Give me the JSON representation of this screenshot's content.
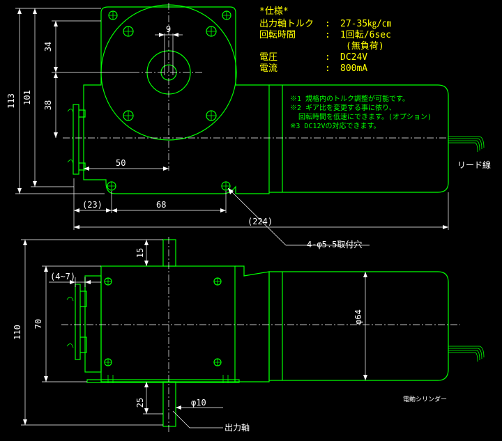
{
  "spec": {
    "heading": "*仕様*",
    "rows": [
      {
        "label": "出力軸トルク",
        "sep": ":",
        "value": "27-35㎏/㎝"
      },
      {
        "label": "回転時間",
        "sep": ":",
        "value": "1回転/6sec"
      },
      {
        "label": "",
        "sep": "",
        "value": "(無負荷)"
      },
      {
        "label": "電圧",
        "sep": ":",
        "value": "DC24V"
      },
      {
        "label": "電流",
        "sep": ":",
        "value": "800mA"
      }
    ]
  },
  "notes": [
    "※1 規格内のトルク調整が可能です。",
    "※2 ギア比を変更する事に依り、",
    "回転時間を低速にできます。(オプション)",
    "※3 DC12Vの対応できます。"
  ],
  "labels": {
    "lead_wire": "リード線",
    "mount_holes": "4-φ5.5取付穴",
    "output_shaft": "出力軸",
    "caption": "電動シリンダー"
  },
  "dims": {
    "d113": "113",
    "d101": "101",
    "d34": "34",
    "d38": "38",
    "d9": "9",
    "d50": "50",
    "d23": "(23)",
    "d68": "68",
    "d224": "(224)",
    "d15": "15",
    "d4_7": "(4~7)",
    "d110": "110",
    "d70": "70",
    "d64": "φ64",
    "d25": "25",
    "d10": "φ10"
  },
  "colors": {
    "outline": "#00ff00",
    "dimension": "#ffffff",
    "spec_text": "#ffff00",
    "background": "#000000"
  }
}
